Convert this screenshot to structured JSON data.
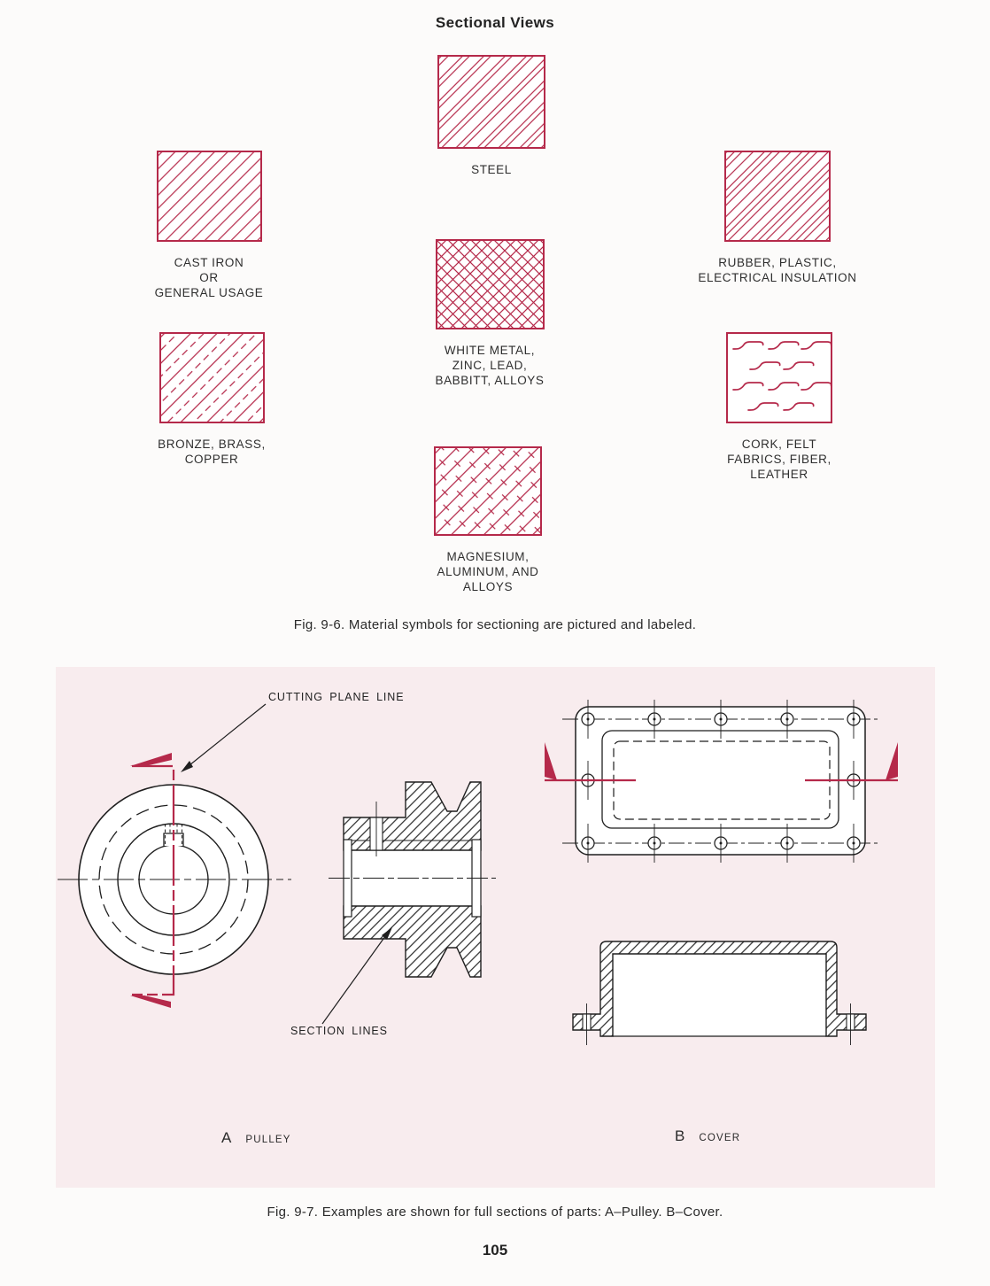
{
  "page": {
    "title": "Sectional Views",
    "number": "105"
  },
  "fig96": {
    "caption": "Fig. 9-6. Material symbols for sectioning are pictured and labeled.",
    "swatches": [
      {
        "material": "steel",
        "pattern": "paired-diagonal-lines",
        "label": "STEEL"
      },
      {
        "material": "cast-iron",
        "pattern": "diagonal-lines",
        "label": "CAST IRON\nOR\nGENERAL USAGE"
      },
      {
        "material": "rubber",
        "pattern": "grouped-diagonal-lines",
        "label": "RUBBER, PLASTIC,\nELECTRICAL INSULATION"
      },
      {
        "material": "white-metal",
        "pattern": "cross-hatch-mesh",
        "label": "WHITE METAL,\nZINC, LEAD,\nBABBITT, ALLOYS"
      },
      {
        "material": "bronze",
        "pattern": "alternating-solid-dashed-diagonals",
        "label": "BRONZE, BRASS,\nCOPPER"
      },
      {
        "material": "cork",
        "pattern": "s-curve-squiggles",
        "label": "CORK, FELT\nFABRICS, FIBER,\nLEATHER"
      },
      {
        "material": "magnesium",
        "pattern": "diagonal-lines-with-x-ticks",
        "label": "MAGNESIUM,\nALUMINUM, AND\nALLOYS"
      }
    ]
  },
  "fig97": {
    "caption": "Fig. 9-7. Examples are shown for full sections of parts: A–Pulley. B–Cover.",
    "labels": {
      "cutting_plane_line": "CUTTING PLANE LINE",
      "section_lines": "SECTION LINES"
    },
    "parts": [
      {
        "letter": "A",
        "name": "PULLEY"
      },
      {
        "letter": "B",
        "name": "COVER"
      }
    ]
  },
  "colors": {
    "accent_red": "#b5294a",
    "panel_pink": "#f8ecee",
    "ink": "#1f1f1f"
  }
}
